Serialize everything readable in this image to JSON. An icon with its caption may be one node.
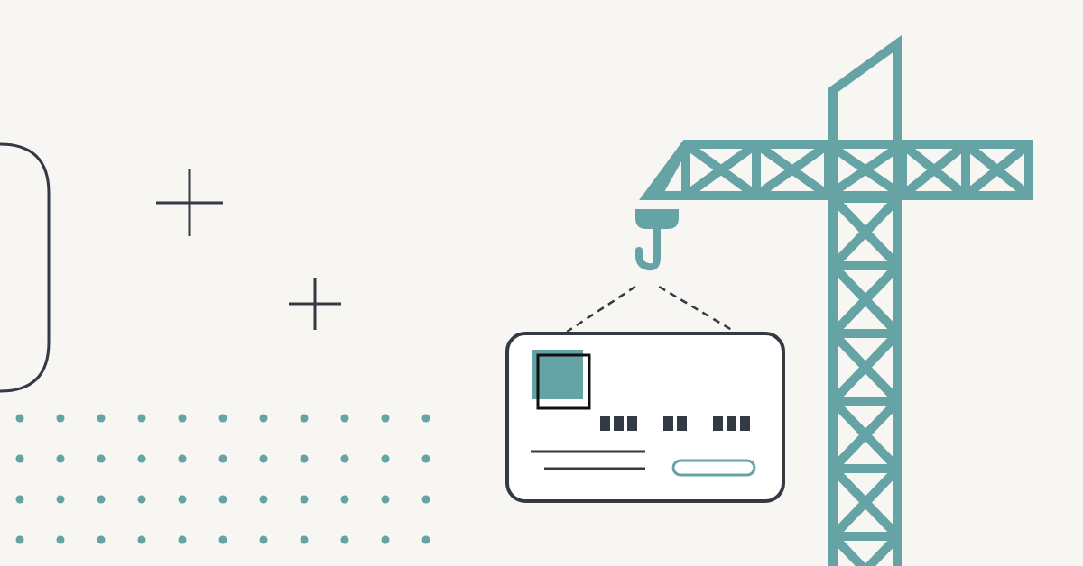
{
  "diagram": {
    "nodes": [
      {
        "text": [],
        "shape": "picture"
      },
      {
        "text": [],
        "shape": "picture"
      }
    ],
    "edges": [
      {
        "from": 0,
        "to": 1,
        "arrow": "none",
        "style": "dashed"
      },
      {
        "from": 0,
        "to": 1,
        "arrow": "none",
        "style": "dashed"
      }
    ]
  }
}
